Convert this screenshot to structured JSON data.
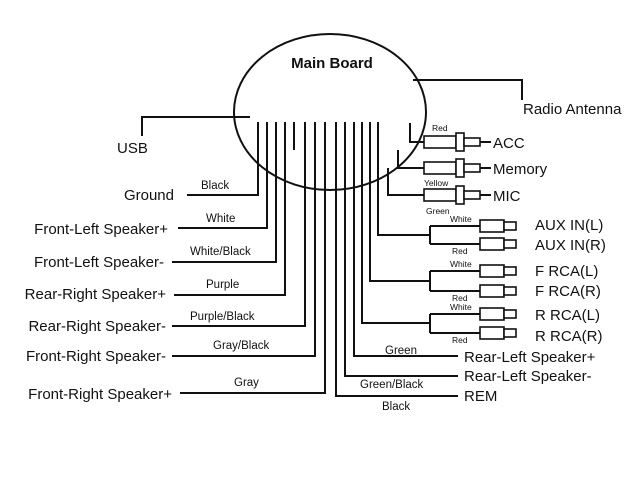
{
  "board": {
    "title": "Main Board"
  },
  "antenna": {
    "label": "Radio Antenna"
  },
  "usb": {
    "label": "USB"
  },
  "left_wires": [
    {
      "name": "Ground",
      "color": "Black"
    },
    {
      "name": "Front-Left Speaker+",
      "color": "White"
    },
    {
      "name": "Front-Left Speaker-",
      "color": "White/Black"
    },
    {
      "name": "Rear-Right Speaker+",
      "color": "Purple"
    },
    {
      "name": "Rear-Right Speaker-",
      "color": "Purple/Black"
    },
    {
      "name": "Front-Right Speaker-",
      "color": "Gray/Black"
    },
    {
      "name": "Front-Right Speaker+",
      "color": "Gray"
    }
  ],
  "right_plugs": [
    {
      "name": "ACC",
      "color": "Red"
    },
    {
      "name": "Memory",
      "color": "Yellow"
    },
    {
      "name": "MIC",
      "color": "Green"
    }
  ],
  "rca_groups": [
    {
      "top": "AUX IN(L)",
      "bottom": "AUX IN(R)",
      "top_color": "White",
      "bottom_color": "Red"
    },
    {
      "top": "F RCA(L)",
      "bottom": "F RCA(R)",
      "top_color": "White",
      "bottom_color": "Red"
    },
    {
      "top": "R RCA(L)",
      "bottom": "R RCA(R)",
      "top_color": "White",
      "bottom_color": "Red"
    }
  ],
  "bottom_wires": [
    {
      "name": "Rear-Left Speaker+",
      "color": "Green"
    },
    {
      "name": "Rear-Left Speaker-",
      "color": "Green/Black"
    },
    {
      "name": "REM",
      "color": "Black"
    }
  ]
}
